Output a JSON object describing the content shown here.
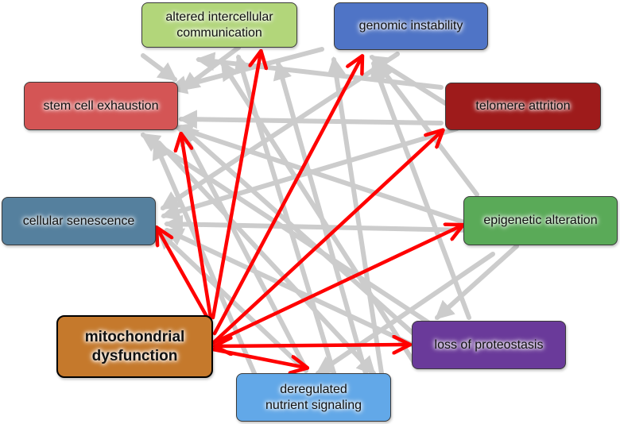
{
  "nodes": [
    {
      "id": "altered",
      "label": "altered intercellular\ncommunication",
      "color": "#b2d67a"
    },
    {
      "id": "genomic",
      "label": "genomic instability",
      "color": "#4f74c6"
    },
    {
      "id": "stem",
      "label": "stem cell exhaustion",
      "color": "#d45555"
    },
    {
      "id": "telomere",
      "label": "telomere attrition",
      "color": "#9e1b1b"
    },
    {
      "id": "senescence",
      "label": "cellular senescence",
      "color": "#55809e"
    },
    {
      "id": "epigenetic",
      "label": "epigenetic alteration",
      "color": "#5aaa58"
    },
    {
      "id": "mito",
      "label": "mitochondrial\ndysfunction",
      "color": "#c5792c"
    },
    {
      "id": "proteostasis",
      "label": "loss of proteostasis",
      "color": "#6a3a9a"
    },
    {
      "id": "nutrient",
      "label": "deregulated\nnutrient signaling",
      "color": "#62a8e8"
    }
  ],
  "colors": {
    "primary_edge": "#ff0000",
    "secondary_edge": "#cccccc"
  }
}
